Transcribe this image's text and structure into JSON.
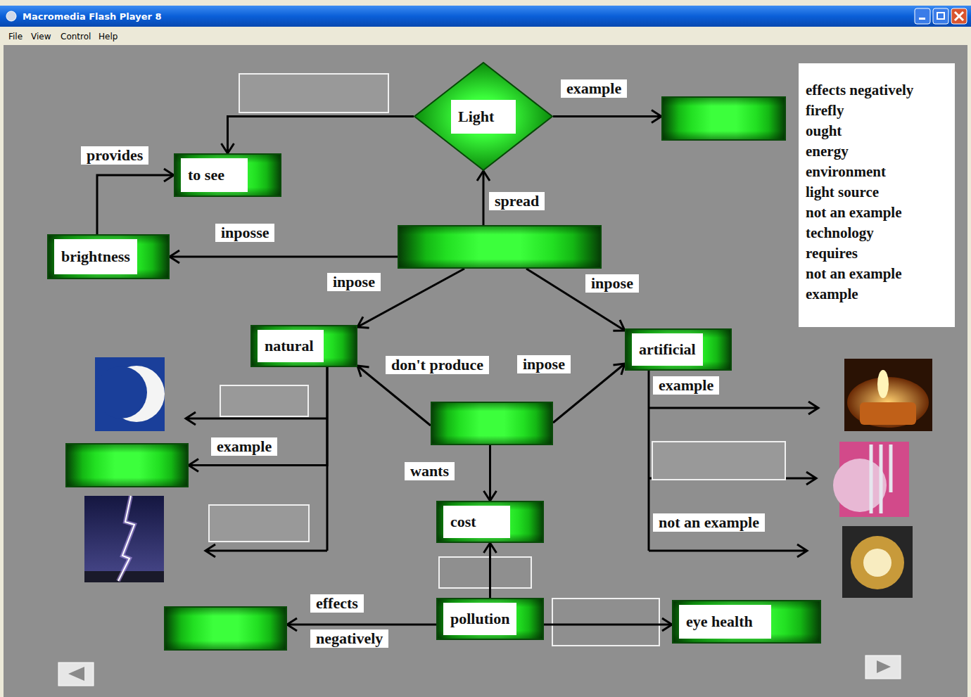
{
  "diagram": {
    "nodes": [
      {
        "text": [
          "Light"
        ]
      },
      {
        "text": []
      },
      {
        "text": [
          "effects negatively",
          "firefly",
          "ought",
          "energy",
          "environment",
          "light source",
          "not an example",
          "technology",
          "requires",
          "not an example",
          "example"
        ]
      },
      {
        "text": [
          "to see"
        ]
      },
      {
        "text": [
          "brightness"
        ]
      },
      {
        "text": []
      },
      {
        "text": [
          "natural"
        ]
      },
      {
        "text": [
          "artificial"
        ]
      },
      {
        "text": []
      },
      {
        "text": []
      },
      {
        "text": [
          "cost"
        ]
      },
      {
        "text": [
          "pollution"
        ]
      },
      {
        "text": []
      },
      {
        "text": [
          "eye health"
        ]
      }
    ],
    "edges": [
      {
        "from": 0,
        "to": 3,
        "arrow": "to"
      },
      {
        "from": 0,
        "to": 1,
        "label": "example",
        "arrow": "to"
      },
      {
        "from": 4,
        "to": 3,
        "label": "provides",
        "arrow": "to"
      },
      {
        "from": 5,
        "to": 0,
        "label": "spread",
        "arrow": "to"
      },
      {
        "from": 5,
        "to": 4,
        "label": "inposse",
        "arrow": "to"
      },
      {
        "from": 5,
        "to": 6,
        "label": "inpose",
        "arrow": "to"
      },
      {
        "from": 5,
        "to": 7,
        "label": "inpose",
        "arrow": "to"
      },
      {
        "from": 6,
        "to": 8,
        "label": "example",
        "arrow": "to"
      },
      {
        "from": 9,
        "to": 6,
        "label": "don't produce",
        "arrow": "to"
      },
      {
        "from": 9,
        "to": 7,
        "label": "inpose",
        "arrow": "to"
      },
      {
        "from": 9,
        "to": 10,
        "label": "wants",
        "arrow": "to"
      },
      {
        "from": 11,
        "to": 10,
        "arrow": "to"
      },
      {
        "from": 11,
        "to": 12,
        "label": "effects",
        "arrow": "to"
      },
      {
        "from": 11,
        "to": 13,
        "arrow": "to"
      }
    ],
    "labels": [
      "Macromedia Flash Player 8",
      "File",
      "View",
      "Control",
      "Help",
      "example",
      "not an example",
      "negatively"
    ]
  }
}
